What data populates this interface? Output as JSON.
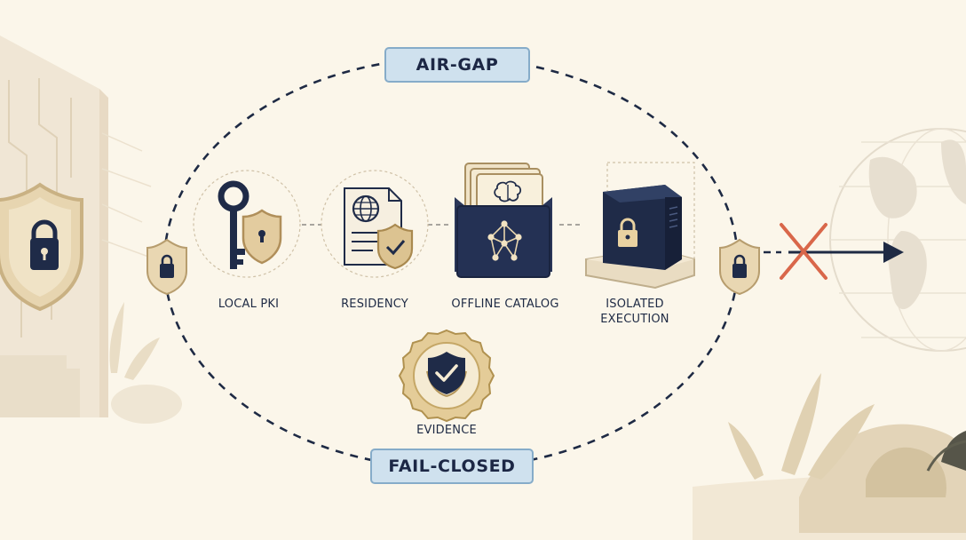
{
  "boundary": {
    "top_label": "AIR-GAP",
    "bottom_label": "FAIL-CLOSED"
  },
  "components": [
    {
      "label": "LOCAL PKI",
      "icon": "key-shield-icon"
    },
    {
      "label": "RESIDENCY",
      "icon": "globe-document-icon"
    },
    {
      "label": "OFFLINE CATALOG",
      "icon": "brain-model-box-icon"
    },
    {
      "label": "ISOLATED\nEXECUTION",
      "icon": "locked-server-icon"
    }
  ],
  "evidence": {
    "label": "EVIDENCE",
    "icon": "check-seal-icon"
  },
  "colors": {
    "navy": "#1e2a44",
    "pill_fill": "#cfe1ee",
    "pill_border": "#86acc9",
    "beige": "#d9c6a3",
    "blocked_x": "#d9674a",
    "background": "#fbf6ea"
  }
}
